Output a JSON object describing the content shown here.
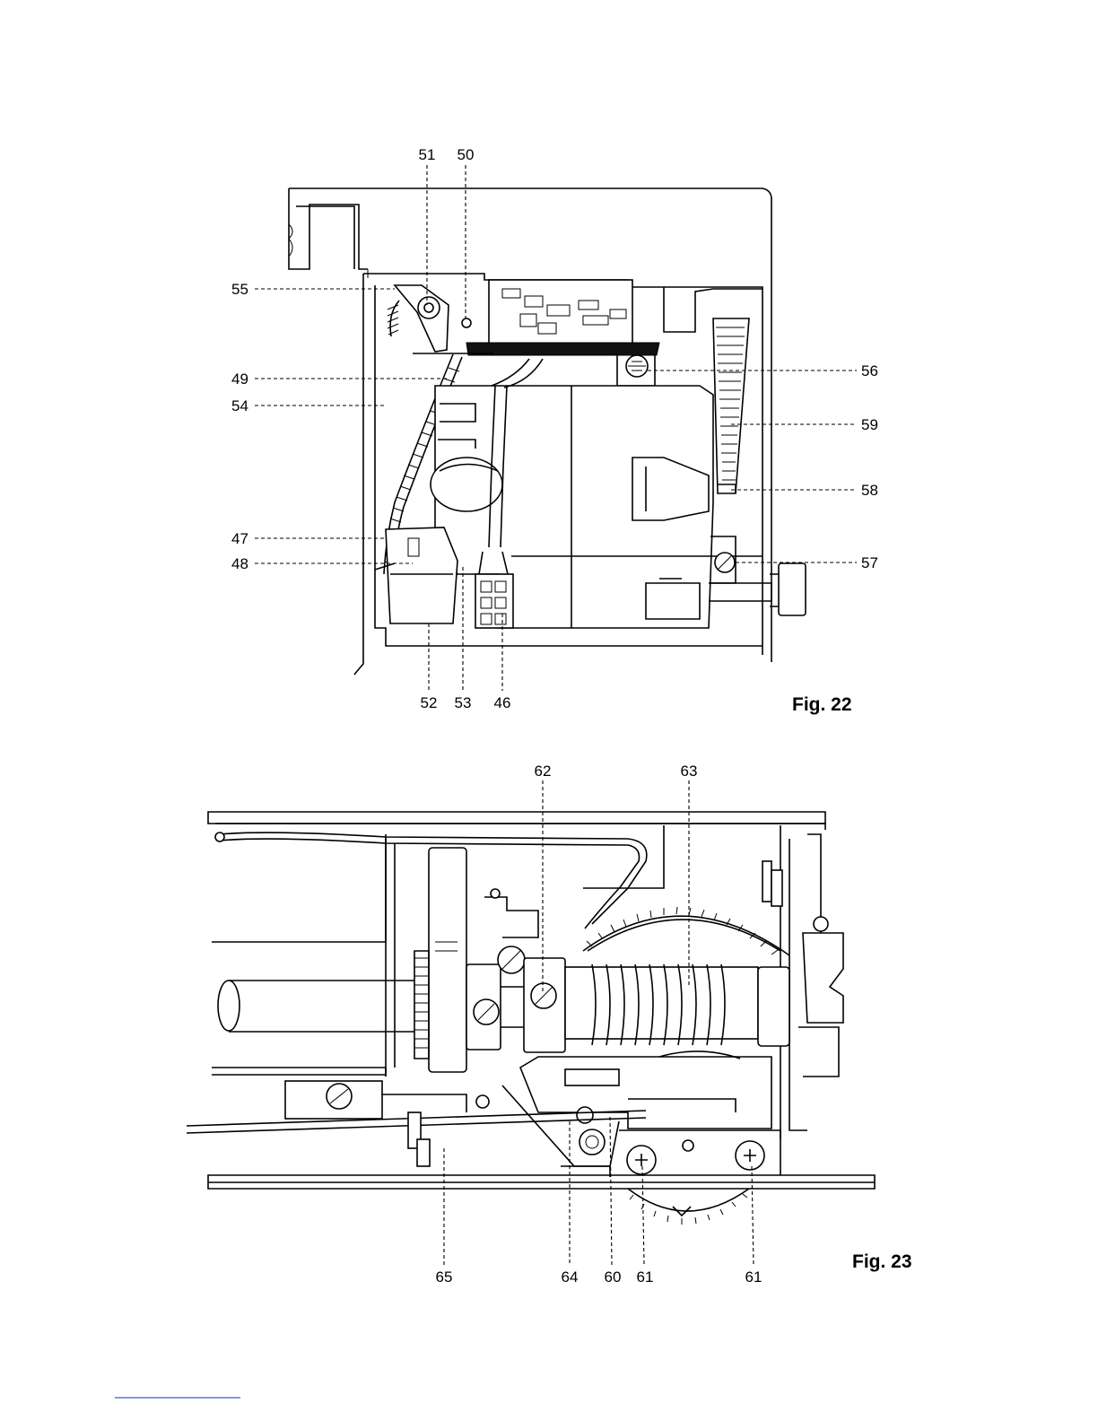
{
  "fig22": {
    "caption": "Fig. 22",
    "labels": {
      "l51": "51",
      "l50": "50",
      "l55": "55",
      "l49": "49",
      "l54": "54",
      "l47": "47",
      "l48": "48",
      "l52": "52",
      "l53": "53",
      "l46": "46",
      "l56": "56",
      "l59": "59",
      "l58": "58",
      "l57": "57"
    }
  },
  "fig23": {
    "caption": "Fig. 23",
    "labels": {
      "l62": "62",
      "l63": "63",
      "l65": "65",
      "l64": "64",
      "l60": "60",
      "l61a": "61",
      "l61b": "61"
    }
  }
}
